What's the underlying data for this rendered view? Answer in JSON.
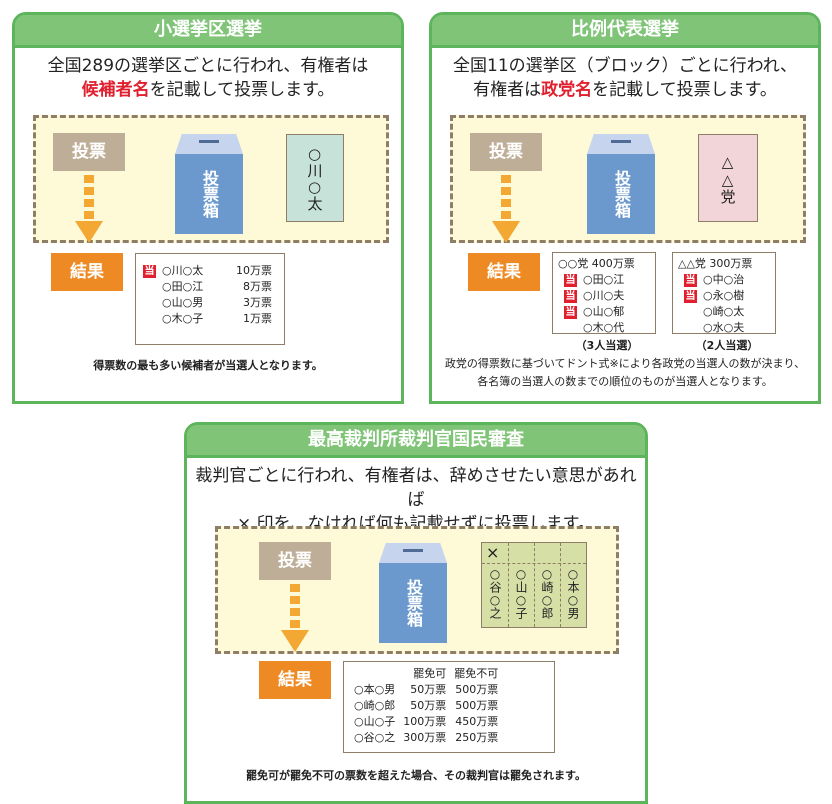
{
  "panels": {
    "smd": {
      "title": "小選挙区選挙",
      "lead_line1": "全国289の選挙区ごとに行われ、有権者は",
      "lead_emph": "候補者名",
      "lead_line2_rest": "を記載して投票します。",
      "vote_label": "投票",
      "ballot_box_label": "投票箱",
      "ballot_text": "○川○太",
      "result_label": "結果",
      "win_badge": "当",
      "results": [
        {
          "name": "○川○太",
          "votes": "10万票",
          "winner": true
        },
        {
          "name": "○田○江",
          "votes": "8万票",
          "winner": false
        },
        {
          "name": "○山○男",
          "votes": "3万票",
          "winner": false
        },
        {
          "name": "○木○子",
          "votes": "1万票",
          "winner": false
        }
      ],
      "note": "得票数の最も多い候補者が当選人となります。"
    },
    "pr": {
      "title": "比例代表選挙",
      "lead_line1": "全国11の選挙区（ブロック）ごとに行われ、",
      "lead_line2_pre": "有権者は",
      "lead_emph": "政党名",
      "lead_line2_rest": "を記載して投票します。",
      "vote_label": "投票",
      "ballot_box_label": "投票箱",
      "ballot_text": "△△党",
      "result_label": "結果",
      "win_badge": "当",
      "parties": [
        {
          "header": "○○党 400万票",
          "members": [
            {
              "name": "○田○江",
              "winner": true
            },
            {
              "name": "○川○夫",
              "winner": true
            },
            {
              "name": "○山○郁",
              "winner": true
            },
            {
              "name": "○木○代",
              "winner": false
            }
          ],
          "caption": "（3人当選）"
        },
        {
          "header": "△△党 300万票",
          "members": [
            {
              "name": "○中○治",
              "winner": true
            },
            {
              "name": "○永○樹",
              "winner": true
            },
            {
              "name": "○崎○太",
              "winner": false
            },
            {
              "name": "○水○夫",
              "winner": false
            }
          ],
          "caption": "（2人当選）"
        }
      ],
      "note_line1": "政党の得票数に基づいてドント式※により各政党の当選人の数が決まり、",
      "note_line2": "各名簿の当選人の数までの順位のものが当選人となります。"
    },
    "review": {
      "title": "最高裁判所裁判官国民審査",
      "lead_line1": "裁判官ごとに行われ、有権者は、辞めさせたい意思があれば",
      "lead_line2": "× 印を、なければ何も記載せずに投票します。",
      "vote_label": "投票",
      "ballot_box_label": "投票箱",
      "ballot_mark": "×",
      "ballot_names": [
        "○谷○之",
        "○山○子",
        "○崎○郎",
        "○本○男"
      ],
      "result_label": "結果",
      "col_headers": [
        "罷免可",
        "罷免不可"
      ],
      "results": [
        {
          "name": "○本○男",
          "dismiss": "50万票",
          "keep": "500万票"
        },
        {
          "name": "○崎○郎",
          "dismiss": "50万票",
          "keep": "500万票"
        },
        {
          "name": "○山○子",
          "dismiss": "100万票",
          "keep": "450万票"
        },
        {
          "name": "○谷○之",
          "dismiss": "300万票",
          "keep": "250万票"
        }
      ],
      "note": "罷免可が罷免不可の票数を超えた場合、その裁判官は罷免されます。"
    }
  },
  "colors": {
    "header_green": "#7fc477",
    "border_green": "#5cb55a",
    "emphasis_red": "#e0202e",
    "vote_tan": "#bfae97",
    "result_orange": "#ee8a24",
    "arrow_orange": "#f3a833",
    "ballot_box_blue": "#6b99cd",
    "zone_cream": "#fef9d6"
  }
}
